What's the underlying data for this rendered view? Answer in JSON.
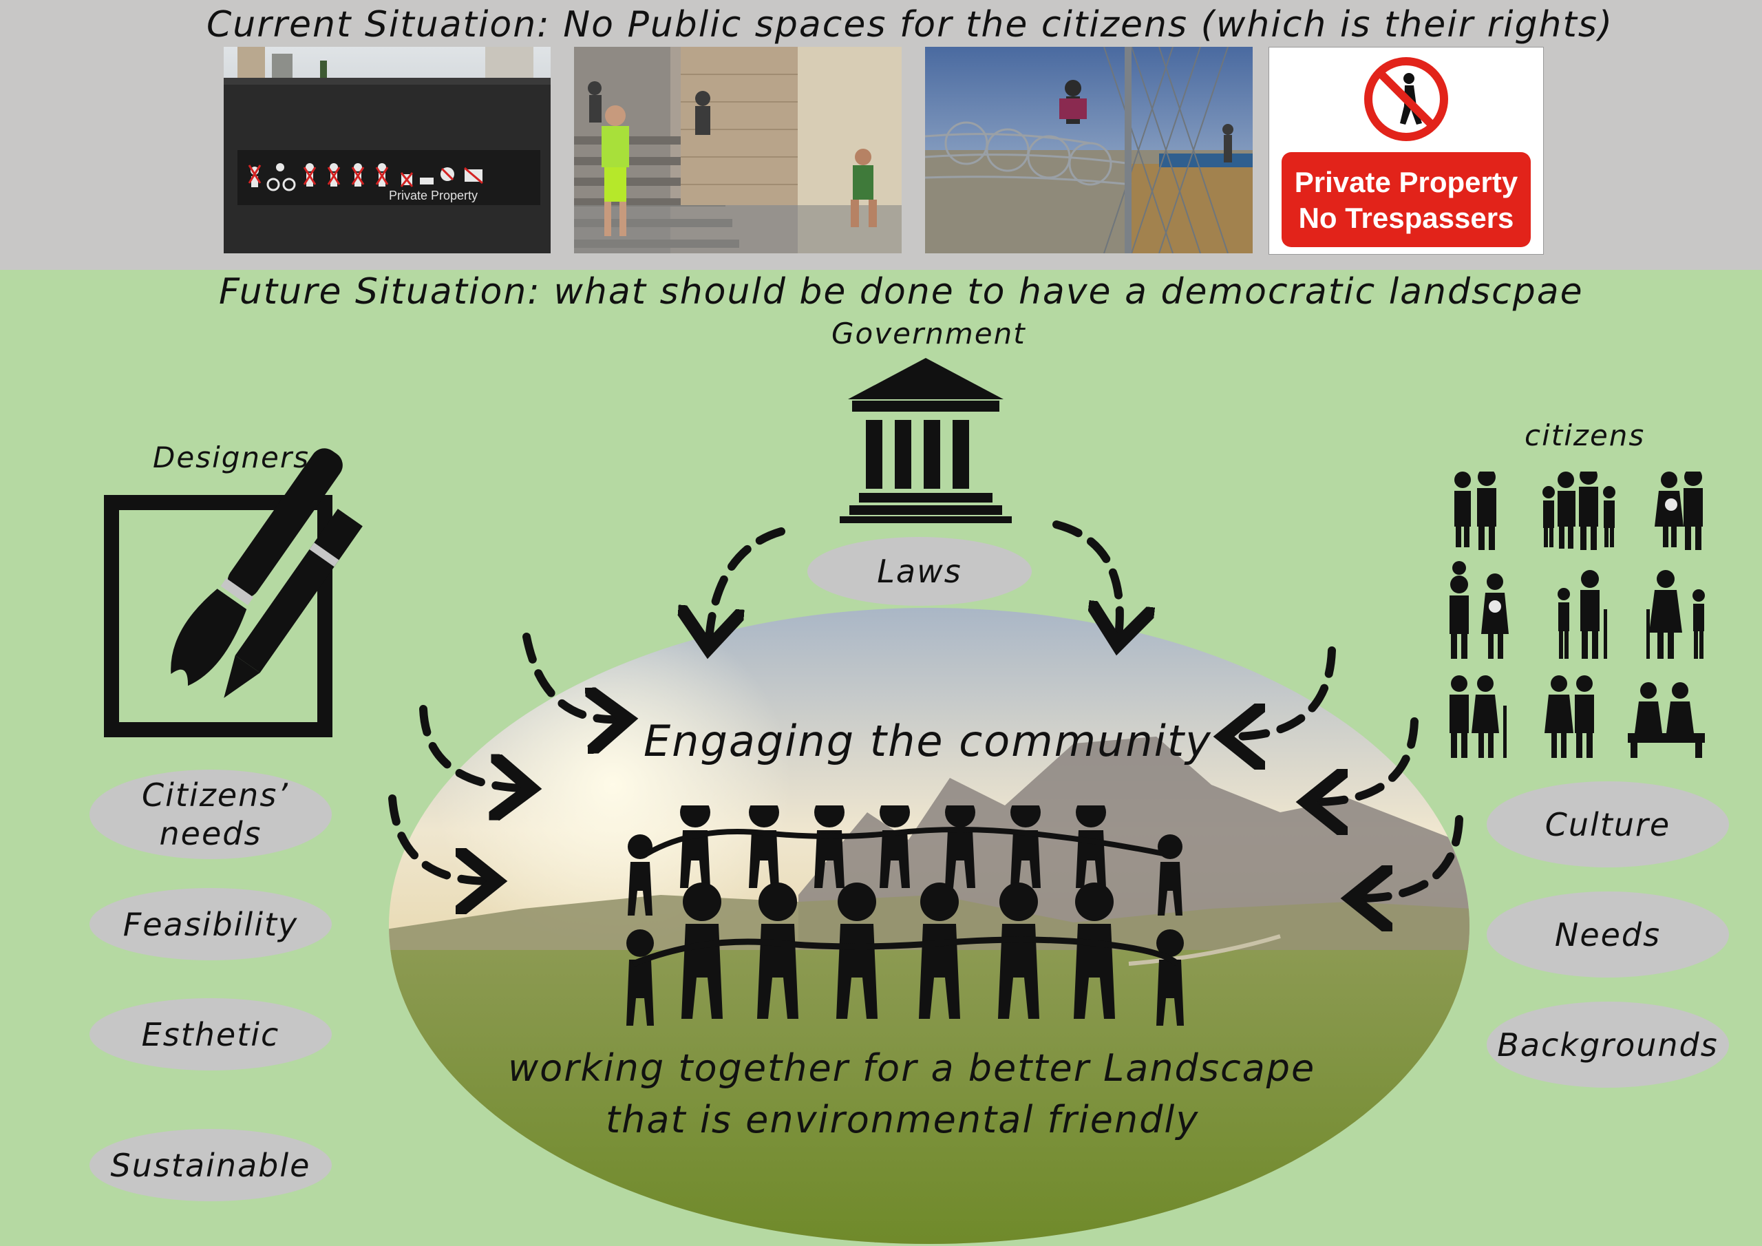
{
  "current": {
    "title": "Current Situation: No Public spaces for the citizens (which is their rights)",
    "photos": [
      {
        "sign_text": "Private Property"
      },
      {},
      {},
      {
        "sign_line1": "Private Property",
        "sign_line2": "No Trespassers"
      }
    ]
  },
  "future": {
    "title": "Future Situation: what should be done to have a democratic landscpae",
    "government": {
      "label": "Government",
      "laws": "Laws"
    },
    "designers": {
      "label": "Designers",
      "pills": [
        "Citizens’ needs",
        "Feasibility",
        "Esthetic",
        "Sustainable"
      ]
    },
    "citizens": {
      "label": "citizens",
      "pills": [
        "Culture",
        "Needs",
        "Backgrounds"
      ]
    },
    "center": {
      "heading": "Engaging the community",
      "caption_line1": "working together for a better Landscape",
      "caption_line2": "that is environmental friendly"
    }
  },
  "colors": {
    "top_band": "#c8c7c6",
    "bottom_band": "#b5d9a2",
    "pill": "#c6c6c6",
    "sign_red": "#e2231a"
  }
}
